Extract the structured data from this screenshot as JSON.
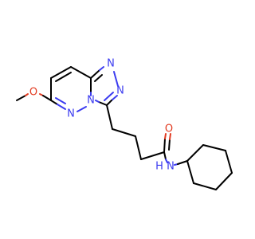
{
  "molecule": {
    "atoms": {
      "methoxy_o": "O",
      "pyridazine_n": "N",
      "bridge_n": "N",
      "triazole_n1": "N",
      "triazole_n2": "N",
      "carbonyl_o": "O",
      "amide_n": "N",
      "amide_h": "H"
    }
  },
  "colors": {
    "carbon_bond": "#000000",
    "nitrogen": "#3b3bf0",
    "oxygen": "#e23a20"
  }
}
